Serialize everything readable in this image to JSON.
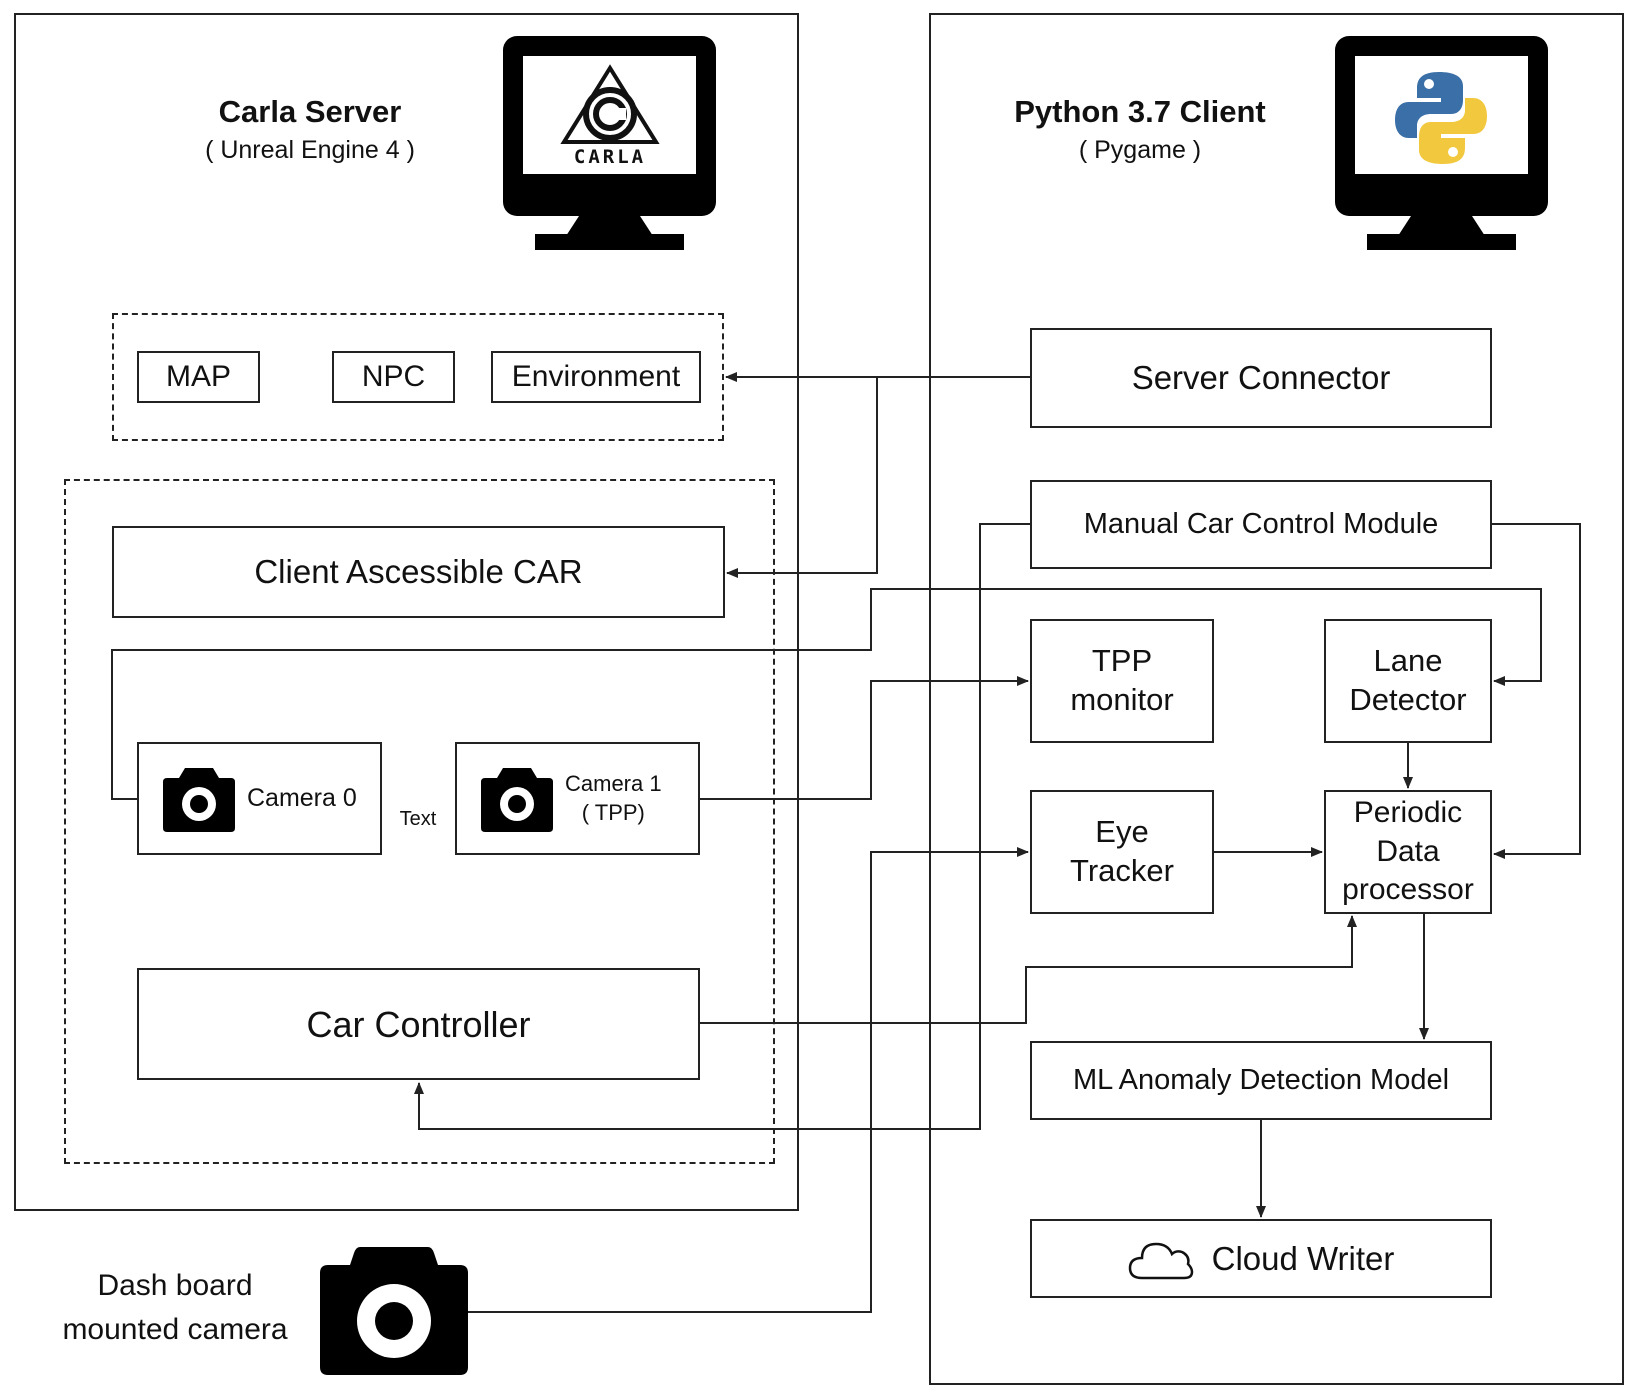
{
  "server_panel": {
    "title": "Carla Server",
    "subtitle": "( Unreal Engine 4 )",
    "logo_text": "CARLA",
    "world_group": {
      "map": "MAP",
      "npc": "NPC",
      "environment": "Environment"
    },
    "car_group": {
      "client_car": "Client Ascessible CAR",
      "camera0": "Camera 0",
      "camera1": "Camera 1\n( TPP)",
      "between_label": "Text",
      "car_controller": "Car Controller"
    }
  },
  "client_panel": {
    "title": "Python 3.7 Client",
    "subtitle": "( Pygame )",
    "server_connector": "Server Connector",
    "manual_control": "Manual Car Control Module",
    "tpp_monitor": "TPP\nmonitor",
    "lane_detector": "Lane\nDetector",
    "eye_tracker": "Eye\nTracker",
    "data_processor": "Periodic\nData\nprocessor",
    "ml_model": "ML Anomaly Detection Model",
    "cloud_writer": "Cloud Writer"
  },
  "dashboard_camera": {
    "label": "Dash board\nmounted camera"
  },
  "icons": [
    "monitor-icon",
    "carla-logo-icon",
    "python-logo-icon",
    "camera-icon",
    "cloud-icon"
  ],
  "colors": {
    "python_blue": "#3a6fa8",
    "python_yellow": "#f2c93e",
    "line": "#222222"
  }
}
